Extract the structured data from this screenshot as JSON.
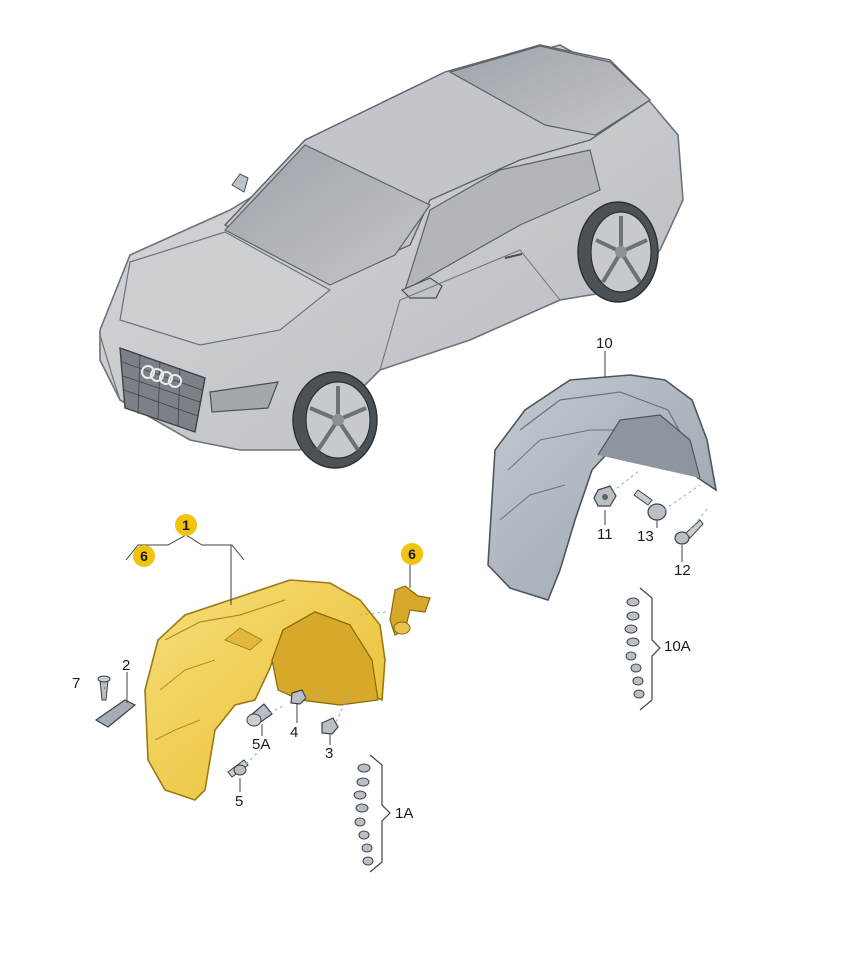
{
  "diagram": {
    "highlight_color": "#f1c30f",
    "liner_color": "#f3d25a",
    "car_color": "#c9ccd0",
    "liner_grey_color": "#aeb6bf",
    "labels": {
      "l1": "1",
      "l1a": "1A",
      "l2": "2",
      "l3": "3",
      "l4": "4",
      "l5": "5",
      "l5a": "5A",
      "l6a": "6",
      "l6b": "6",
      "l7": "7",
      "l10": "10",
      "l10a": "10A",
      "l11": "11",
      "l12": "12",
      "l13": "13"
    }
  }
}
